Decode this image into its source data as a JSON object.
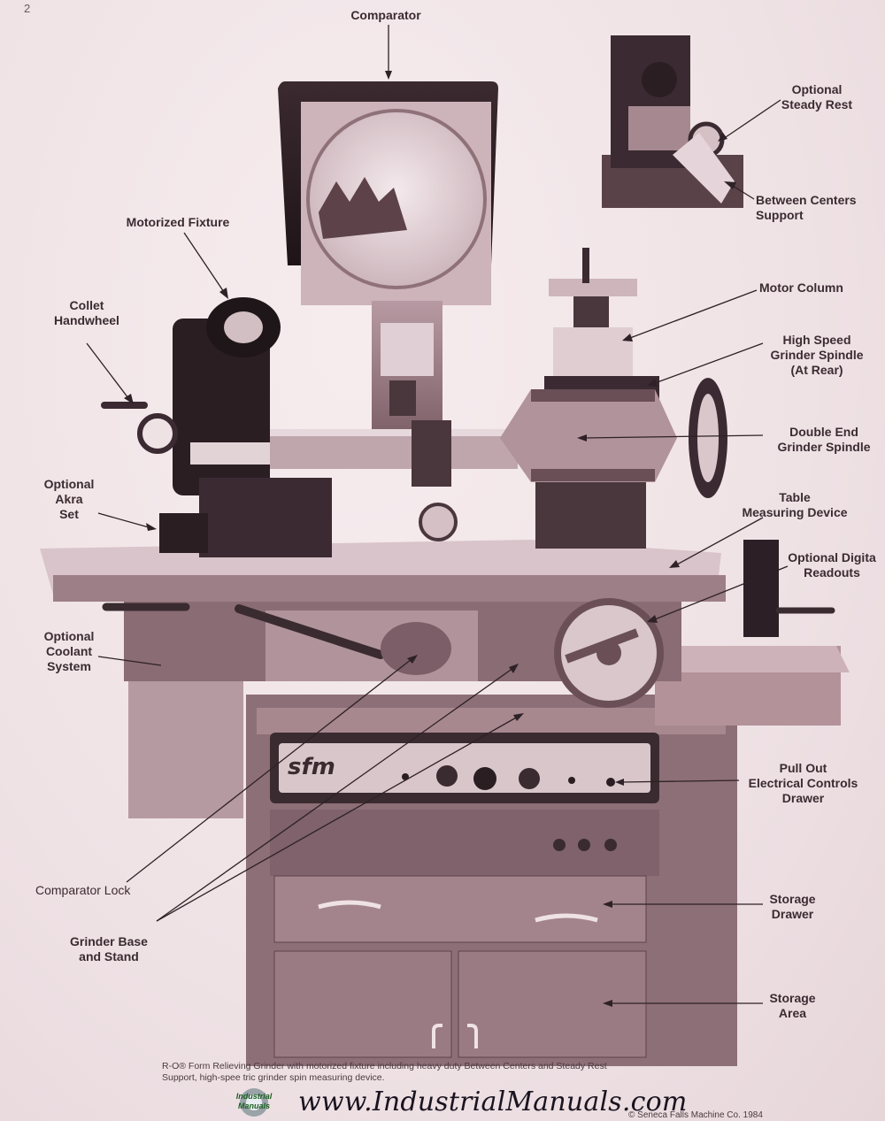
{
  "page_number": "2",
  "labels": {
    "comparator": "Comparator",
    "motorized_fixture": "Motorized Fixture",
    "collet_handwheel": [
      "Collet",
      "Handwheel"
    ],
    "optional_akra_set": [
      "Optional",
      "Akra",
      "Set"
    ],
    "optional_coolant_system": [
      "Optional",
      "Coolant",
      "System"
    ],
    "comparator_lock": "Comparator Lock",
    "grinder_base_and_stand": [
      "Grinder Base",
      "and Stand"
    ],
    "optional_steady_rest": [
      "Optional",
      "Steady Rest"
    ],
    "between_centers_support": [
      "Between Centers",
      "Support"
    ],
    "motor_column": "Motor Column",
    "high_speed_grinder_spindle": [
      "High Speed",
      "Grinder Spindle",
      "(At Rear)"
    ],
    "double_end_grinder_spindle": [
      "Double End",
      "Grinder Spindle"
    ],
    "table_measuring_device": [
      "Table",
      "Measuring Device"
    ],
    "optional_digital_readouts": [
      "Optional Digita",
      "Readouts"
    ],
    "pull_out_electrical_controls_drawer": [
      "Pull Out",
      "Electrical Controls",
      "Drawer"
    ],
    "storage_drawer": [
      "Storage",
      "Drawer"
    ],
    "storage_area": [
      "Storage",
      "Area"
    ]
  },
  "machine_brand": "sfm",
  "caption": {
    "line1": "R-O® Form Relieving Grinder with motorized fixture including heavy duty Between Centers and Steady Rest",
    "line2": "Support, high-spee       tric grinder spin                                      measuring device.",
    "copyright": "© Seneca Falls Machine Co. 1984"
  },
  "watermark": {
    "logo_line1": "Industrial",
    "logo_line2": "Manuals",
    "url": "www.IndustrialManuals.com"
  }
}
